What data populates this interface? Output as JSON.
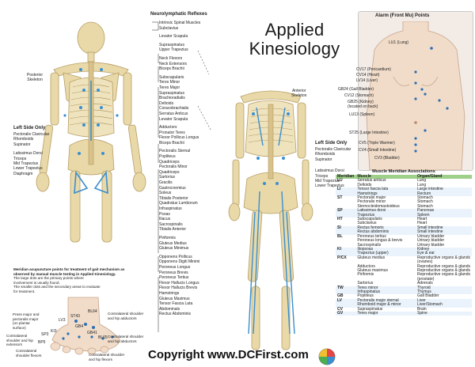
{
  "title": {
    "line1": "Applied",
    "line2": "Kinesiology"
  },
  "reflex_section": {
    "heading": "Neurolymphatic Reflexes",
    "groups": [
      [
        "Intrinsic Spinal Muscles",
        "Subclavius"
      ],
      [
        "Levator Scapula"
      ],
      [
        "Supraspinatus",
        "Upper Trapezius"
      ],
      [
        "Neck Flexors",
        "Neck Extensors",
        "Biceps Brachii"
      ],
      [
        "Subscapularis",
        "Teres Minor",
        "Teres Major",
        "Supraspinatus",
        "Brachioradialis",
        "Deltoids",
        "Coracobrachialis",
        "Serratus Anticus",
        "Levator Scapula"
      ],
      [
        "Adductors",
        "Pronator Teres",
        "Flexor Pollicus Longus",
        "Biceps Brachii"
      ],
      [
        "Pectoralis Sternal",
        "Popliteus",
        "Quadriceps",
        "Pectoralis Minor",
        "Quadriceps",
        "Sartorius",
        "Gracilis",
        "Gastrocnemius",
        "Soleus",
        "Tibialis Posterior",
        "Quadratus Lumborum",
        "Infraspinatus",
        "Psoas",
        "Iliacus",
        "Sacrospinalis",
        "Tibialis Anterior"
      ],
      [
        "Piriformis",
        "Gluteus Medius",
        "Gluteus Minimus"
      ],
      [
        "Opponens Pollicus",
        "Opponens Digiti Minimi",
        "Peroneus Longus",
        "Peroneus Brevis",
        "Peroneus Tertius",
        "Flexor Hallucis Longus",
        "Flexor Hallucis Brevis",
        "Hamstrings",
        "Gluteus Maximus",
        "Tensor Fascia Lata",
        "Abdominals",
        "Rectus Abdominis"
      ]
    ]
  },
  "posterior": {
    "label": "Posterior\nSkeleton",
    "left_heading": "Left Side Only",
    "left_items_1": [
      "Pectoralis Clavicular",
      "Rhomboids",
      "Supinator"
    ],
    "left_items_2": [
      "Latissimus Dorsi",
      "Triceps",
      "Mid Trapezius",
      "Lower Trapezius",
      "Diaphragm"
    ]
  },
  "anterior": {
    "label": "Anterior\nSkeleton",
    "left_heading": "Left Side Only",
    "left_items_1": [
      "Pectoralis Clavicular",
      "Rhomboids",
      "Supinator"
    ],
    "left_items_2": [
      "Latissimus Dorsi",
      "Triceps",
      "Mid Trapezius",
      "Lower Trapezius"
    ]
  },
  "alarm": {
    "heading": "Alarm (Front Mu) Points",
    "points": [
      "LU1 (Lung)",
      "CV17 (Pericardium)",
      "CV14 (Heart)",
      "LV14 (Liver)",
      "GB24 (Gall Bladder)",
      "CV12 (Stomach)",
      "GB25 (Kidney)",
      "(located on back)",
      "LU13 (Spleen)",
      "ST25 (Large Intestine)",
      "CV5 (Triple Warmer)",
      "CV4 (Small Intestine)",
      "CV3 (Bladder)"
    ]
  },
  "meridian_note": {
    "bold": "Meridian acupuncture points for treatment of gait mechanism as observed by manual muscle testing in Applied Kinesiology.",
    "lines": [
      "The large dots are the primary points where",
      "involvement is usually found.",
      "The smaller dots and the secondary areas to evaluate",
      "for treatment."
    ]
  },
  "foot": {
    "labels": [
      "Press major and",
      "pectoralis major",
      "(on plantar",
      "surface)",
      "Contralateral",
      "shoulder and hip",
      "extensors",
      "Contralateral",
      "shoulder flexors",
      "Contralateral shoulder",
      "and hip adductors",
      "Contralateral shoulder",
      "and hip abductors",
      "Contralateral shoulder",
      "and hip flexors"
    ],
    "points": [
      "BL64",
      "ST43",
      "LV3",
      "GB4",
      "KI3",
      "SP3",
      "GB41",
      "BL65",
      "BP5"
    ]
  },
  "table": {
    "heading": "Muscle Meridian Associations",
    "columns": [
      "Meridian",
      "Muscle",
      "Organ/Gland"
    ],
    "rows": [
      [
        "LU",
        "Serratus anticus",
        "Lung"
      ],
      [
        "",
        "Deltoids",
        "Lung"
      ],
      [
        "LI",
        "Tensor fascia lata",
        "Large intestine"
      ],
      [
        "",
        "Hamstrings",
        "Rectum"
      ],
      [
        "ST",
        "Pectoralis major",
        "Stomach"
      ],
      [
        "",
        "Pectoralis minor",
        "Stomach"
      ],
      [
        "",
        "Sternocleidomastoideus",
        "Stomach"
      ],
      [
        "SP",
        "Latissimus dorsi",
        "Pancreas"
      ],
      [
        "",
        "Trapezius",
        "Spleen"
      ],
      [
        "HT",
        "Subscapularis",
        "Heart"
      ],
      [
        "",
        "Subclavius",
        "Heart"
      ],
      [
        "SI",
        "Rectus femoris",
        "Small intestine"
      ],
      [
        "",
        "Rectus abdominis",
        "Small intestine"
      ],
      [
        "BL",
        "Peroneus tertius",
        "Urinary bladder"
      ],
      [
        "",
        "Peroneus longus & brevis",
        "Urinary bladder"
      ],
      [
        "",
        "Sacrospinalis",
        "Urinary bladder"
      ],
      [
        "KI",
        "Iliopsoas",
        "Kidney"
      ],
      [
        "",
        "Trapezius (upper)",
        "Eye & ear"
      ],
      [
        "P/CX",
        "Gluteus medius",
        "Reproductive organs & glands"
      ],
      [
        "",
        "",
        "(ovaries)"
      ],
      [
        "",
        "Adductors",
        "Reproductive organs & glands"
      ],
      [
        "",
        "Gluteus maximus",
        "Reproductive organs & glands"
      ],
      [
        "",
        "Piriformis",
        "Reproductive organs & glands"
      ],
      [
        "",
        "",
        "(prostate)"
      ],
      [
        "",
        "Sartorius",
        "Adrenals"
      ],
      [
        "TW",
        "Teres minor",
        "Thyroid"
      ],
      [
        "",
        "Infraspinatus",
        "Thymus"
      ],
      [
        "GB",
        "Popliteus",
        "Gall Bladder"
      ],
      [
        "LV",
        "Pectoralis major sternal",
        "Liver"
      ],
      [
        "",
        "Rhomboid major & minor",
        "Liver/Stomach"
      ],
      [
        "CV",
        "Supraspinatus",
        "Brain"
      ],
      [
        "GV",
        "Teres major",
        "Spine"
      ]
    ]
  },
  "copyright": "Copyright www.DCFirst.com",
  "colors": {
    "bone": "#e9d9a8",
    "bone_dark": "#c9b27a",
    "reflex": "#3a8fd0",
    "table_header": "#9fd08a",
    "skin": "#f1dcc9"
  }
}
